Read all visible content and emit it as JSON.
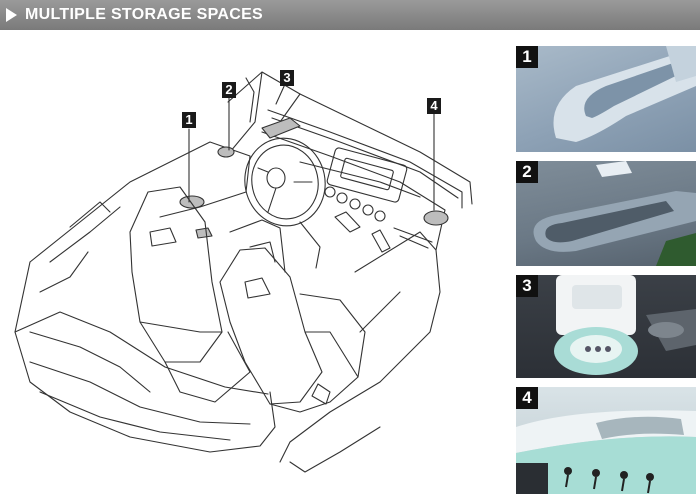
{
  "header": {
    "title": "MULTIPLE STORAGE SPACES"
  },
  "markers": [
    {
      "label": "1"
    },
    {
      "label": "2"
    },
    {
      "label": "3"
    },
    {
      "label": "4"
    }
  ],
  "photos": [
    {
      "label": "1"
    },
    {
      "label": "2"
    },
    {
      "label": "3"
    },
    {
      "label": "4"
    }
  ],
  "colors": {
    "header_bg": "#888888",
    "header_text": "#ffffff",
    "marker_bg": "#1a1a1a",
    "interior_teal": "#9ed5cf"
  }
}
